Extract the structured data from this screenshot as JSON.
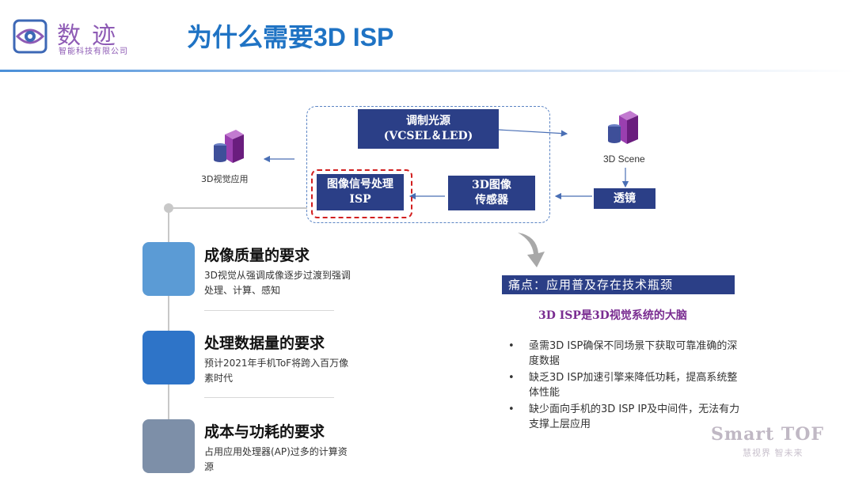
{
  "header": {
    "logo_name": "数迹",
    "logo_subtitle": "智能科技有限公司",
    "title": "为什么需要3D ISP"
  },
  "diagram": {
    "vcsel_line1": "调制光源",
    "vcsel_line2": "(VCSEL＆LED)",
    "isp_line1": "图像信号处理",
    "isp_line2": "ISP",
    "sensor_line1": "3D图像",
    "sensor_line2": "传感器",
    "lens": "透镜",
    "label_3d_app": "3D视觉应用",
    "label_scene": "3D Scene"
  },
  "requirements": [
    {
      "title": "成像质量的要求",
      "desc": "3D视觉从强调成像逐步过渡到强调处理、计算、感知",
      "color": "#5b9bd5"
    },
    {
      "title": "处理数据量的要求",
      "desc": "预计2021年手机ToF将跨入百万像素时代",
      "color": "#2e74c8"
    },
    {
      "title": "成本与功耗的要求",
      "desc": "占用应用处理器(AP)过多的计算资源",
      "color": "#7d8fa8"
    }
  ],
  "pain": {
    "bar": "痛点：应用普及存在技术瓶颈",
    "subtitle": "3D ISP是3D视觉系统的大脑",
    "bullets": [
      "亟需3D ISP确保不同场景下获取可靠准确的深度数据",
      "缺乏3D ISP加速引擎来降低功耗，提高系统整体性能",
      "缺少面向手机的3D ISP IP及中间件，无法有力支撑上层应用"
    ]
  },
  "watermark": {
    "title": "Smart TOF",
    "subtitle": "慧视界 智未来"
  },
  "colors": {
    "accent_blue": "#1f73c4",
    "box_navy": "#2b3f87",
    "brand_purple": "#8e5bb5",
    "dashed_red": "#d21f1f"
  }
}
